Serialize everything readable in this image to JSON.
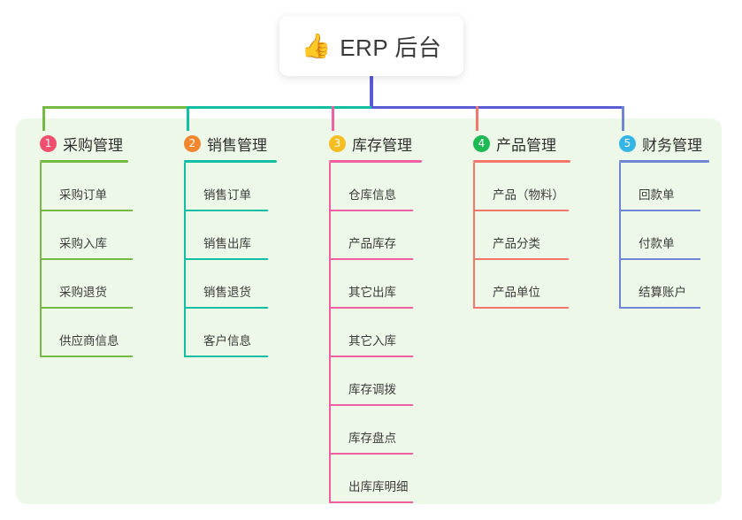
{
  "root": {
    "icon": "thumbs-up-icon",
    "emoji": "👍",
    "title": "ERP 后台"
  },
  "palette": {
    "panel_bg": "#eef8e9",
    "page_bg": "#ffffff",
    "trunk": "#5b5bd6",
    "bar_left": "#76bb41",
    "bar_mid": "#11bfa3",
    "bar_right": "#5b5bd6"
  },
  "columns": [
    {
      "number": "1",
      "title": "采购管理",
      "badge_color": "#f0506e",
      "line_color": "#76bb41",
      "drop_color": "#76bb41",
      "items": [
        {
          "label": "采购订单"
        },
        {
          "label": "采购入库"
        },
        {
          "label": "采购退货"
        },
        {
          "label": "供应商信息"
        }
      ]
    },
    {
      "number": "2",
      "title": "销售管理",
      "badge_color": "#f2872f",
      "line_color": "#11bfa3",
      "drop_color": "#11bfa3",
      "items": [
        {
          "label": "销售订单"
        },
        {
          "label": "销售出库"
        },
        {
          "label": "销售退货"
        },
        {
          "label": "客户信息"
        }
      ]
    },
    {
      "number": "3",
      "title": "库存管理",
      "badge_color": "#f5bd20",
      "line_color": "#ef5fa2",
      "drop_color": "#ef5fa2",
      "items": [
        {
          "label": "仓库信息"
        },
        {
          "label": "产品库存"
        },
        {
          "label": "其它出库"
        },
        {
          "label": "其它入库"
        },
        {
          "label": "库存调拨"
        },
        {
          "label": "库存盘点"
        },
        {
          "label": "出库库明细"
        }
      ]
    },
    {
      "number": "4",
      "title": "产品管理",
      "badge_color": "#1db954",
      "line_color": "#f4756b",
      "drop_color": "#f4756b",
      "items": [
        {
          "label": "产品（物料）"
        },
        {
          "label": "产品分类"
        },
        {
          "label": "产品单位"
        }
      ]
    },
    {
      "number": "5",
      "title": "财务管理",
      "badge_color": "#33b5e8",
      "line_color": "#6f86d6",
      "drop_color": "#6f86d6",
      "items": [
        {
          "label": "回款单"
        },
        {
          "label": "付款单"
        },
        {
          "label": "结算账户"
        }
      ]
    }
  ]
}
